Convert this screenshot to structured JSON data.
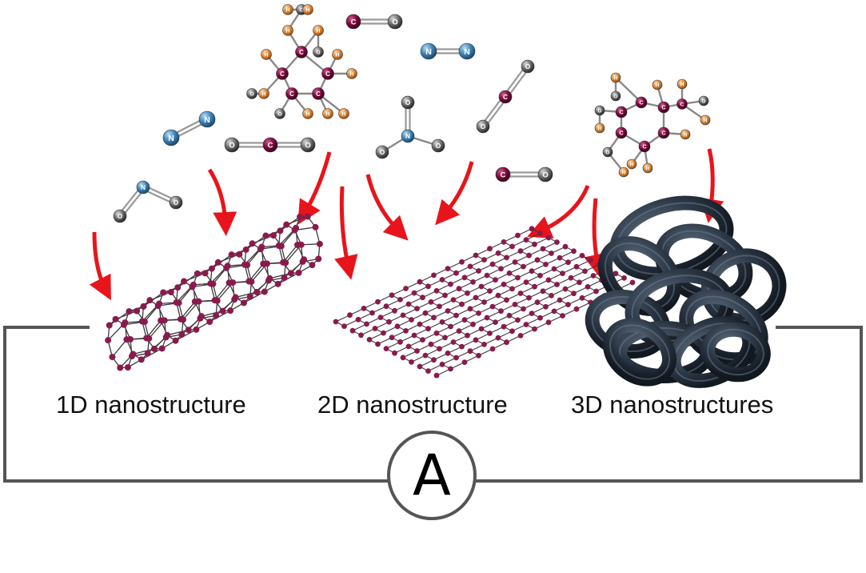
{
  "labels": {
    "structure_1d": "1D nanostructure",
    "structure_2d": "2D nanostructure",
    "structure_3d": "3D nanostructures",
    "meter": "A"
  },
  "atom_letters": {
    "carbon": "C",
    "oxygen": "O",
    "nitrogen": "N",
    "hydrogen": "H"
  },
  "colors": {
    "carbon": "#7a0a3c",
    "oxygen": "#6c6c6c",
    "nitrogen": "#3f83b8",
    "hydrogen": "#e0893a",
    "arrow": "#e8141b",
    "circuit": "#555555",
    "lattice_atom": "#8a1a4e",
    "torus": "#2b3644"
  },
  "icons": [
    "no2-molecule-icon",
    "n2-molecule-icon",
    "co2-molecule-icon",
    "co-molecule-icon",
    "glucose-molecule-icon",
    "ammeter-icon"
  ]
}
